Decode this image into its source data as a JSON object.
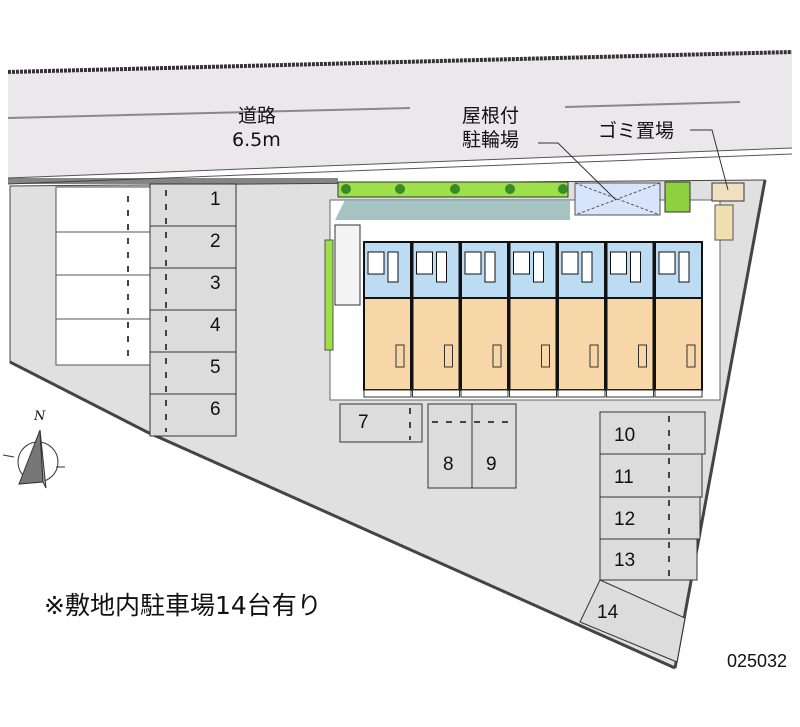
{
  "road": {
    "name": "道路",
    "width": "6.5m"
  },
  "labels": {
    "bicycle_parking_line1": "屋根付",
    "bicycle_parking_line2": "駐輪場",
    "garbage": "ゴミ置場"
  },
  "compass": {
    "north": "N"
  },
  "parking_spaces": [
    "1",
    "2",
    "3",
    "4",
    "5",
    "6",
    "7",
    "8",
    "9",
    "10",
    "11",
    "12",
    "13",
    "14"
  ],
  "note": "※敷地内駐車場14台有り",
  "property_code": "025032",
  "colors": {
    "site": "#e0e0e0",
    "road": "#ebe7eb",
    "unit_wet": "#bcdcf4",
    "unit_room": "#f7d7a8",
    "hedge": "#9de04a",
    "bike": "#d8e4fb"
  }
}
